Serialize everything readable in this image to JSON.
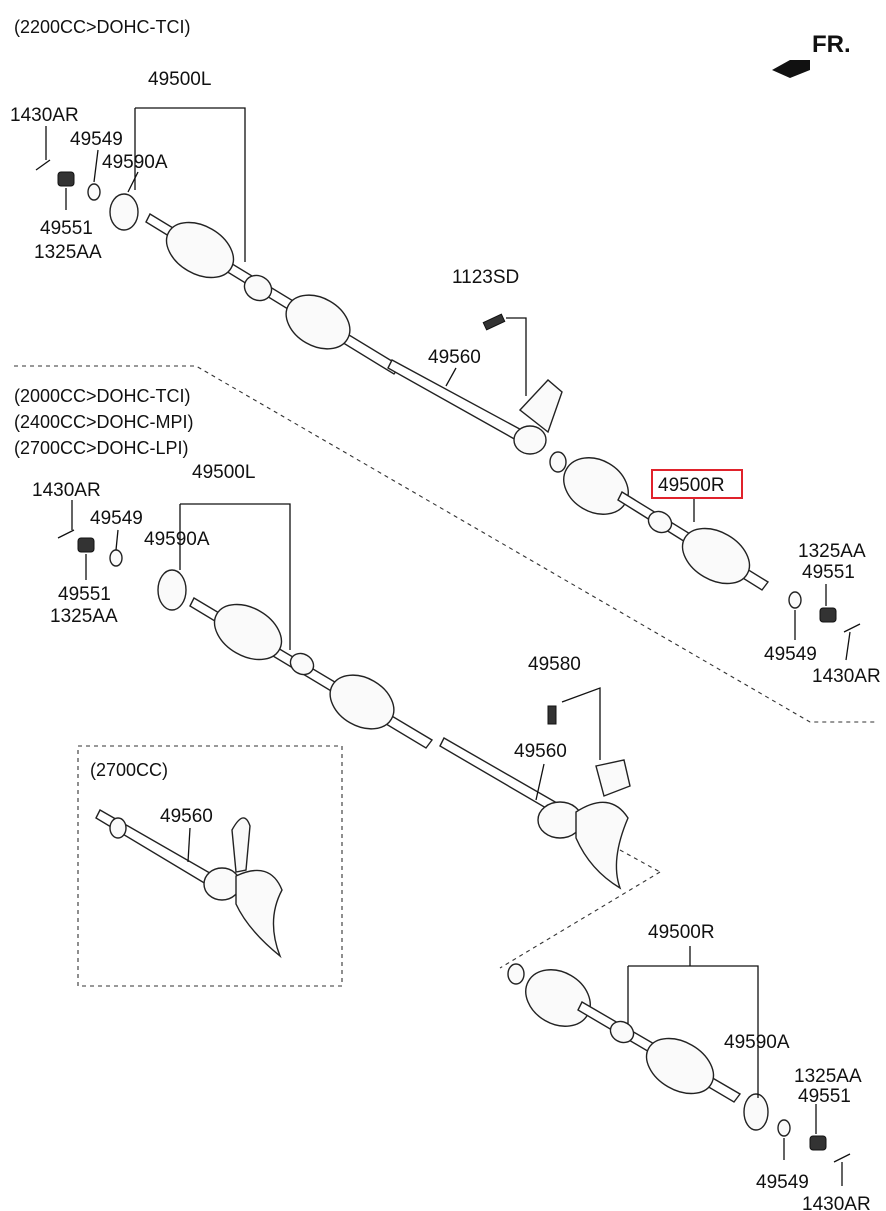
{
  "sections": {
    "top": [
      "(2200CC>DOHC-TCI)"
    ],
    "middle": [
      "(2000CC>DOHC-TCI)",
      "(2400CC>DOHC-MPI)",
      "(2700CC>DOHC-LPI)"
    ],
    "inset": [
      "(2700CC)"
    ]
  },
  "direction": {
    "label": "FR."
  },
  "highlight_color": "#e0222b",
  "labels": {
    "top_49500L": "49500L",
    "top_1430AR": "1430AR",
    "top_49549": "49549",
    "top_49590A": "49590A",
    "top_49551": "49551",
    "top_1325AA": "1325AA",
    "top_1123SD": "1123SD",
    "top_49560": "49560",
    "top_49500R": "49500R",
    "top_r_1325AA": "1325AA",
    "top_r_49551": "49551",
    "top_r_49549": "49549",
    "top_r_1430AR": "1430AR",
    "mid_49500L": "49500L",
    "mid_1430AR": "1430AR",
    "mid_49549": "49549",
    "mid_49590A": "49590A",
    "mid_49551": "49551",
    "mid_1325AA": "1325AA",
    "mid_49580": "49580",
    "mid_49560": "49560",
    "inset_49560": "49560",
    "bot_49500R": "49500R",
    "bot_49590A": "49590A",
    "bot_1325AA": "1325AA",
    "bot_49551": "49551",
    "bot_49549": "49549",
    "bot_1430AR": "1430AR"
  }
}
